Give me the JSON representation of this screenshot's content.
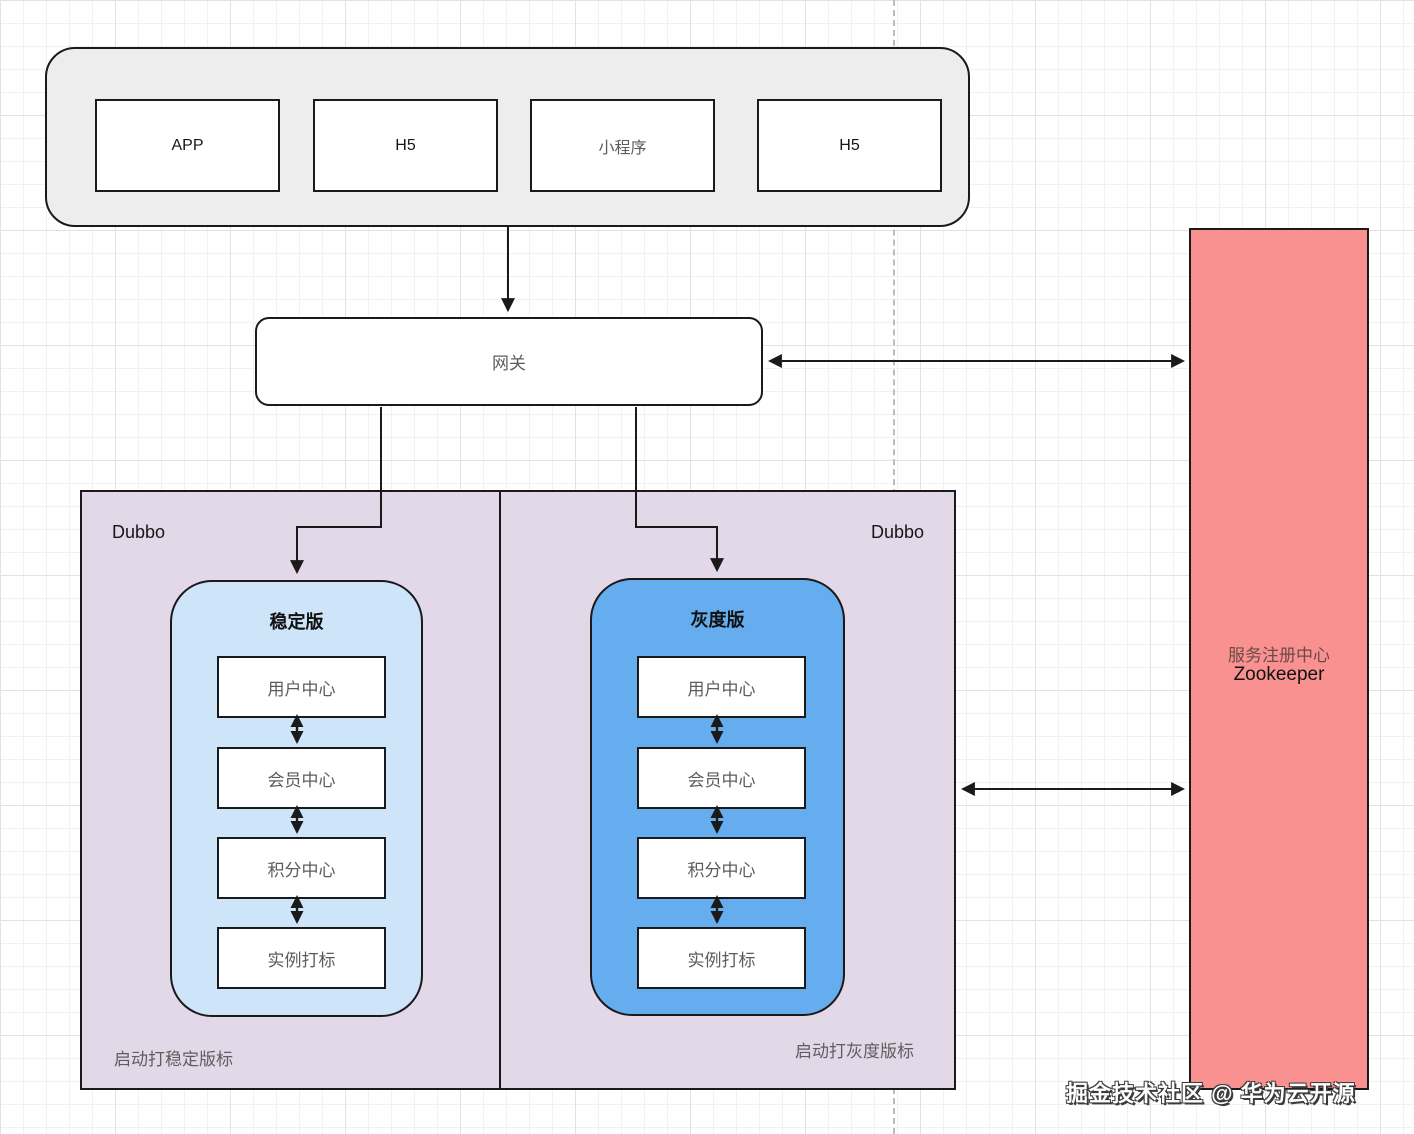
{
  "colors": {
    "container_gray": "#ededed",
    "dubbo_purple": "#e3d8e8",
    "stable_blue": "#cde4f9",
    "gray_release_blue": "#66adf0",
    "registry_salmon": "#f8918f",
    "border_dark": "#1a1a1a"
  },
  "clients": {
    "labels": [
      "APP",
      "H5",
      "小程序",
      "H5"
    ]
  },
  "gateway": {
    "label": "网关"
  },
  "dubbo": {
    "left_label": "Dubbo",
    "right_label": "Dubbo",
    "stable": {
      "title": "稳定版",
      "services": [
        "用户中心",
        "会员中心",
        "积分中心",
        "实例打标"
      ],
      "note": "启动打稳定版标"
    },
    "gray": {
      "title": "灰度版",
      "services": [
        "用户中心",
        "会员中心",
        "积分中心",
        "实例打标"
      ],
      "note": "启动打灰度版标"
    }
  },
  "registry": {
    "title": "服务注册中心",
    "subtitle": "Zookeeper"
  },
  "watermark": "掘金技术社区 @ 华为云开源"
}
